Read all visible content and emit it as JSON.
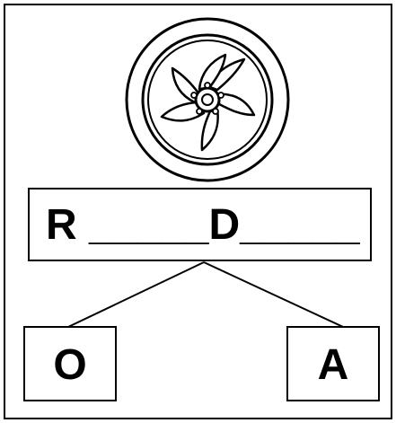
{
  "image": {
    "icon": "wheel-icon"
  },
  "word": {
    "pattern": "R _____D_____"
  },
  "choices": [
    {
      "label": "O"
    },
    {
      "label": "A"
    }
  ]
}
